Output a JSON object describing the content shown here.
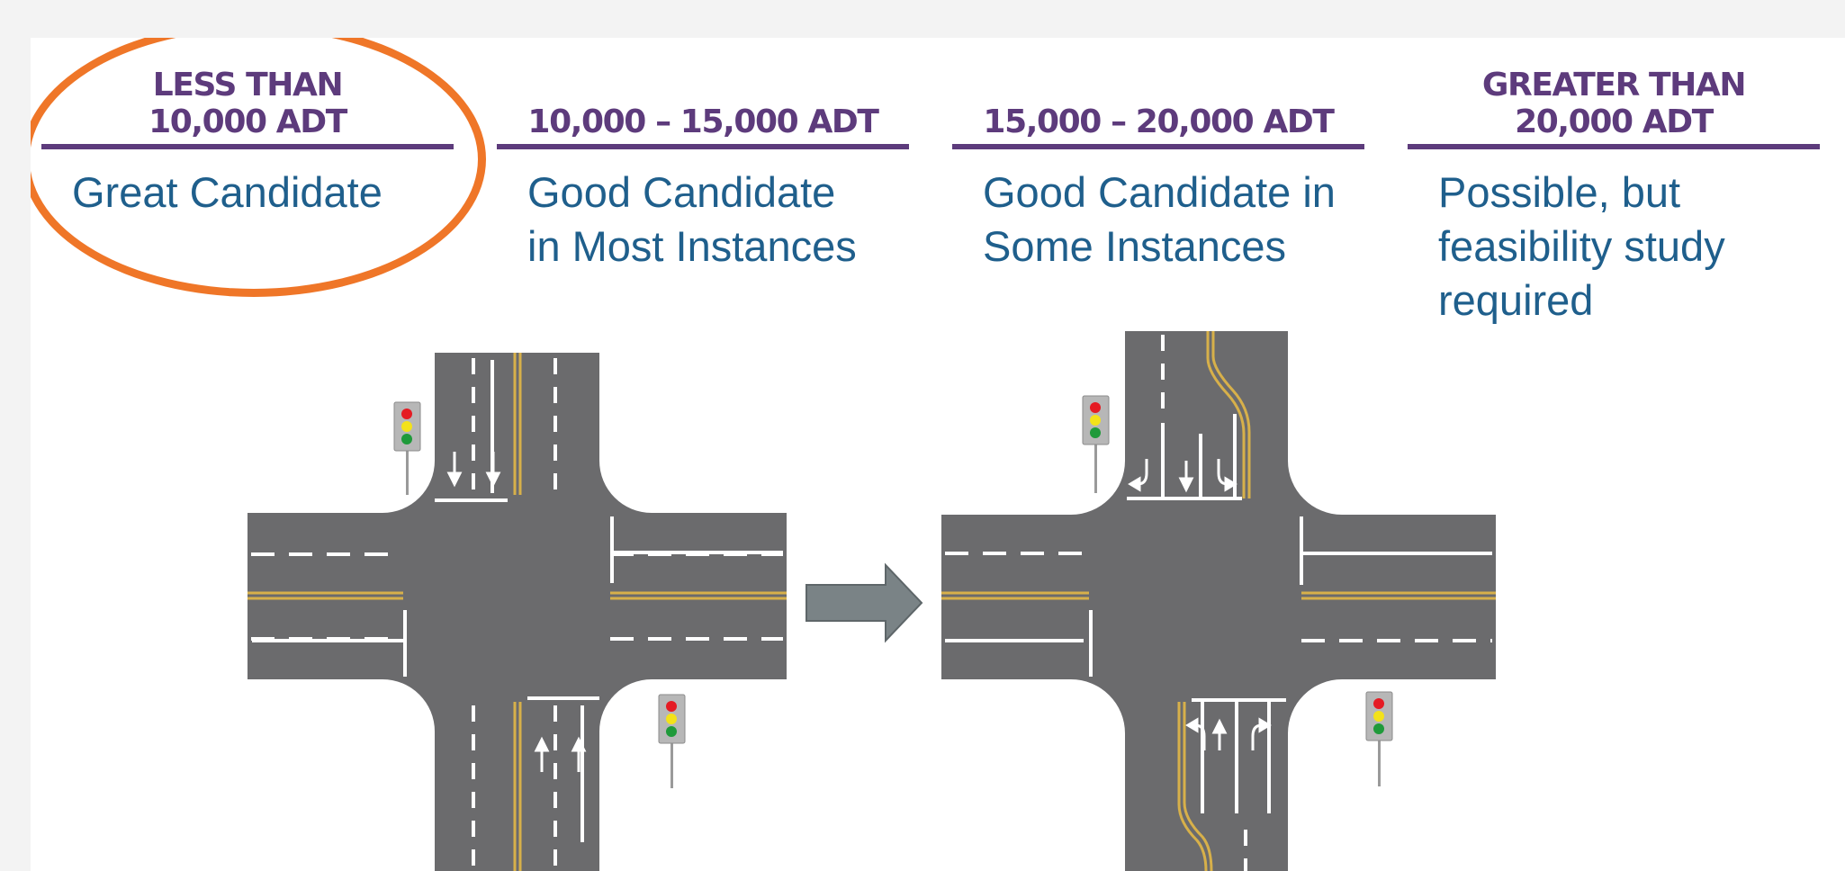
{
  "categories": [
    {
      "heading": "LESS THAN\n10,000 ADT",
      "description": "Great Candidate",
      "highlighted": true
    },
    {
      "heading": "10,000 – 15,000 ADT",
      "description": "Good Candidate\nin Most Instances",
      "highlighted": false
    },
    {
      "heading": "15,000 – 20,000 ADT",
      "description": "Good Candidate in\nSome Instances",
      "highlighted": false
    },
    {
      "heading": "GREATER THAN\n20,000 ADT",
      "description": "Possible, but\nfeasibility study\nrequired",
      "highlighted": false
    }
  ],
  "colors": {
    "heading": "#5d3b7c",
    "description": "#1f5f8c",
    "highlight": "#ef7628",
    "road": "#6b6b6d",
    "centerline": "#d7b04a",
    "arrow": "#7a8386"
  },
  "icons": [
    "traffic-signal-icon",
    "right-arrow-icon"
  ]
}
